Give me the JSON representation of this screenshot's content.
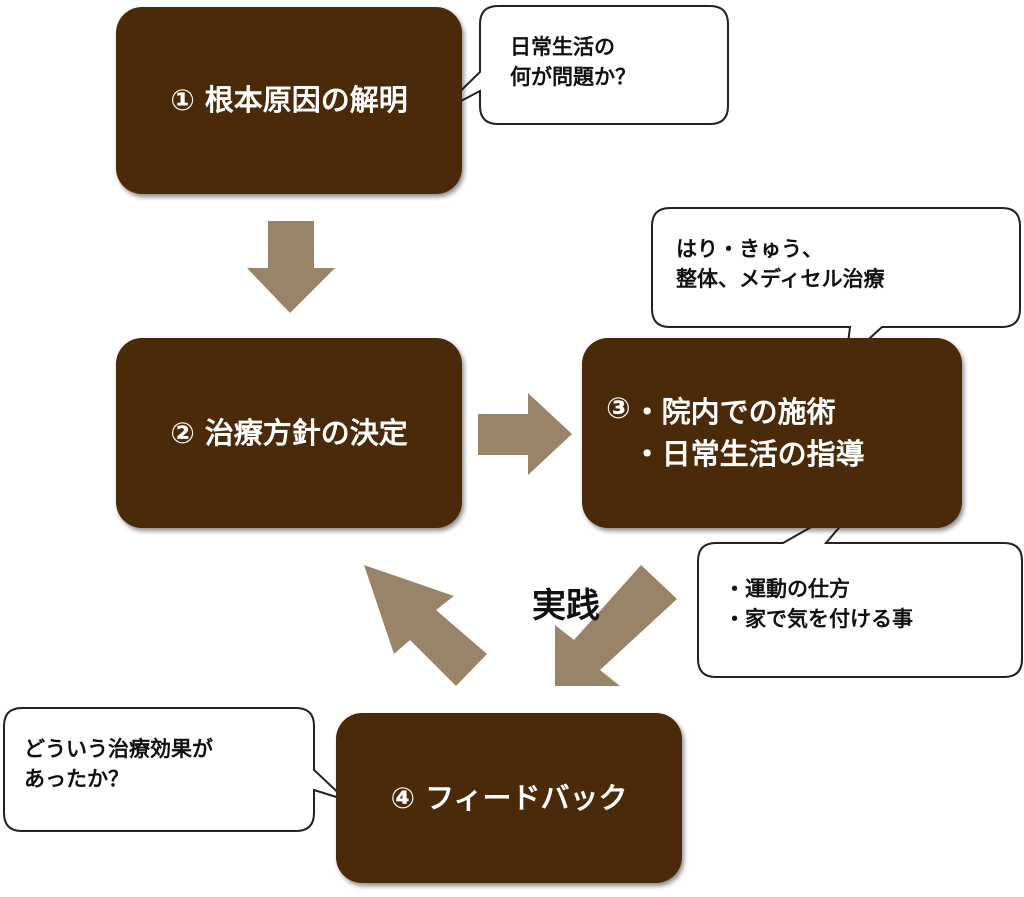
{
  "colors": {
    "box_fill": "#4a2a08",
    "arrow_fill": "#9a8468",
    "callout_fill": "#ffffff",
    "callout_stroke": "#222222"
  },
  "steps": [
    {
      "num": "①",
      "label": "根本原因の解明"
    },
    {
      "num": "②",
      "label": "治療方針の決定"
    },
    {
      "num": "③",
      "lines": [
        "・院内での施術",
        "・日常生活の指導"
      ]
    },
    {
      "num": "④",
      "label": "フィードバック"
    }
  ],
  "callouts": {
    "c1": [
      "日常生活の",
      "何が問題か？"
    ],
    "c2": [
      "はり・きゅう、",
      "整体、メディセル治療"
    ],
    "c3": [
      "・運動の仕方",
      "・家で気を付ける事"
    ],
    "c4": [
      "どういう治療効果が",
      "あったか？"
    ]
  },
  "practice_label": "実践",
  "icons": [
    "arrow-down-icon",
    "arrow-right-icon",
    "arrow-down-left-icon",
    "arrow-up-left-icon"
  ]
}
